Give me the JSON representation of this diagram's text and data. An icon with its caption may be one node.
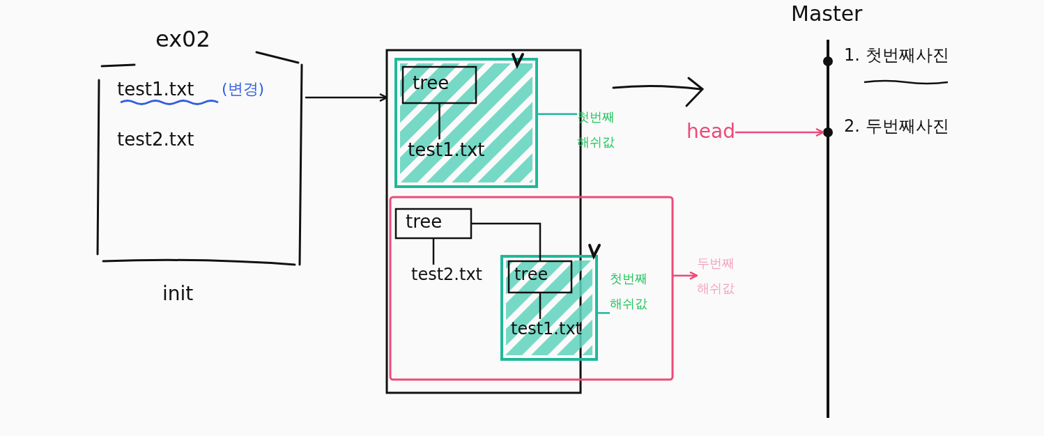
{
  "diagram": {
    "nodes": [
      {
        "text": [
          "ex02",
          "test1.txt",
          "(변경)",
          "test2.txt"
        ],
        "beside": [
          "init"
        ]
      },
      {
        "text": [],
        "shape": "box"
      },
      {
        "text": [],
        "shape": "box",
        "in": 1
      },
      {
        "text": [
          "tree"
        ],
        "in": 2
      },
      {
        "text": [
          "test1.txt"
        ],
        "in": 2
      },
      {
        "text": [
          "첫번째 해쉬값"
        ]
      },
      {
        "text": [],
        "shape": "box"
      },
      {
        "text": [
          "tree"
        ]
      },
      {
        "text": [
          "test2.txt"
        ]
      },
      {
        "text": [],
        "shape": "box",
        "in": 6
      },
      {
        "text": [
          "tree"
        ],
        "in": 9
      },
      {
        "text": [
          "test1.txt"
        ],
        "in": 9
      },
      {
        "text": [
          "첫번째 해쉬값"
        ],
        "in": 6
      },
      {
        "text": [
          "두번째 해쉬값"
        ]
      },
      {
        "text": [
          "head"
        ]
      },
      {
        "text": [
          "Master"
        ]
      },
      {
        "text": [],
        "shape": "circle",
        "in": 15,
        "beside": [
          "1. 첫번째사진"
        ]
      },
      {
        "text": [],
        "shape": "circle",
        "in": 15,
        "beside": [
          "2. 두번째사진"
        ]
      }
    ],
    "edges": [
      {
        "from": 0,
        "to": 1,
        "arrow": "to"
      },
      {
        "from": 3,
        "to": 4,
        "arrow": "none"
      },
      {
        "from": 2,
        "to": 5,
        "arrow": "none",
        "color": "#1fb89a"
      },
      {
        "from": 7,
        "to": 8,
        "arrow": "none"
      },
      {
        "from": 7,
        "to": 10,
        "arrow": "none"
      },
      {
        "from": 10,
        "to": 11,
        "arrow": "none"
      },
      {
        "from": 9,
        "to": 12,
        "arrow": "none",
        "color": "#1fb89a"
      },
      {
        "from": 6,
        "to": 13,
        "arrow": "to",
        "color": "#ec4a7a"
      },
      {
        "from": 14,
        "to": 17,
        "arrow": "to",
        "color": "#ec4a7a"
      }
    ]
  }
}
